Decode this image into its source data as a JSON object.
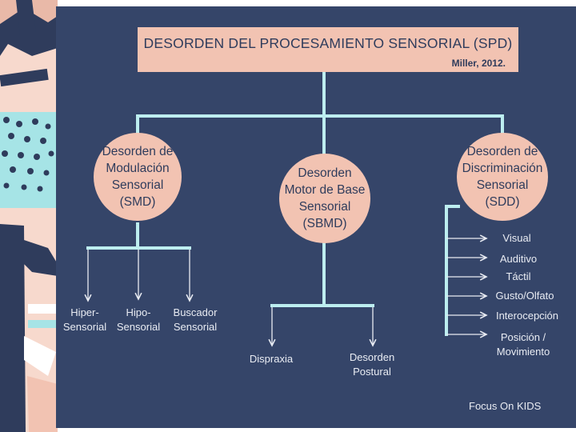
{
  "title": "DESORDEN DEL PROCESAMIENTO SENSORIAL (SPD)",
  "author": "Miller, 2012.",
  "categories": {
    "smd": "Desorden de Modulación Sensorial (SMD)",
    "sbmd": "Desorden Motor de Base Sensorial (SBMD)",
    "sdd": "Desorden de Discriminación Sensorial (SDD)"
  },
  "smd_children": [
    "Hiper-Sensorial",
    "Hipo-Sensorial",
    "Buscador Sensorial"
  ],
  "sbmd_children": [
    "Dispraxia",
    "Desorden Postural"
  ],
  "sdd_children": [
    "Visual",
    "Auditivo",
    "Táctil",
    "Gusto/Olfato",
    "Interocepción",
    "Posición / Movimiento"
  ],
  "footer": "Focus On KIDS",
  "colors": {
    "panel": "#354569",
    "accent": "#f2c3b2",
    "line": "#bdeef0",
    "text_dark": "#2f3c5c",
    "text_light": "#e9ecf3"
  }
}
